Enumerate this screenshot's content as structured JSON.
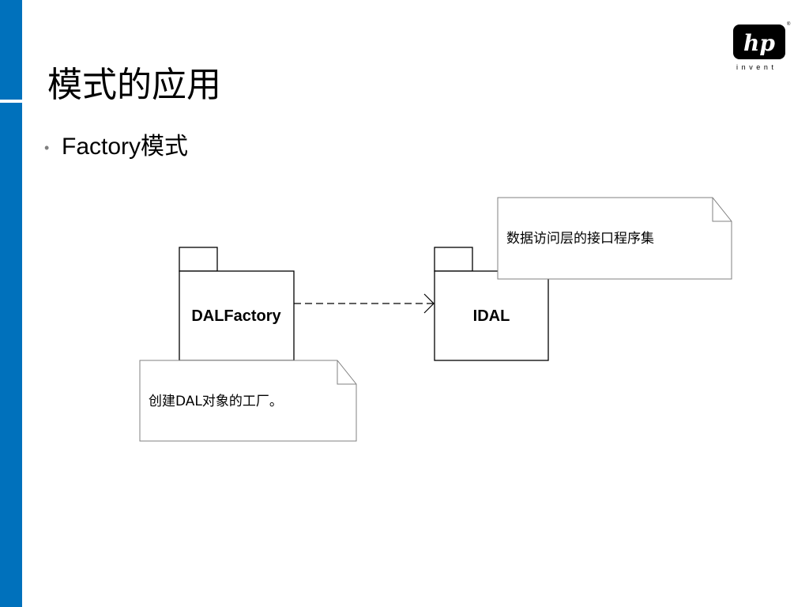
{
  "slide": {
    "title": "模式的应用",
    "bullet": "Factory模式",
    "bullet_symbol": "•"
  },
  "logo": {
    "mark": "hp",
    "tagline": "invent",
    "registered": "®"
  },
  "diagram": {
    "packages": [
      {
        "id": "dalfactory",
        "name": "DALFactory"
      },
      {
        "id": "idal",
        "name": "IDAL"
      }
    ],
    "dependency": {
      "from": "DALFactory",
      "to": "IDAL",
      "style": "dashed-open-arrow"
    },
    "notes": [
      {
        "id": "note-idal",
        "text": "数据访问层的接口程序集"
      },
      {
        "id": "note-dalfactory",
        "text": "创建DAL对象的工厂。"
      }
    ]
  },
  "colors": {
    "sidebar": "#0071bc",
    "line": "#000000",
    "note_border": "#808080"
  }
}
